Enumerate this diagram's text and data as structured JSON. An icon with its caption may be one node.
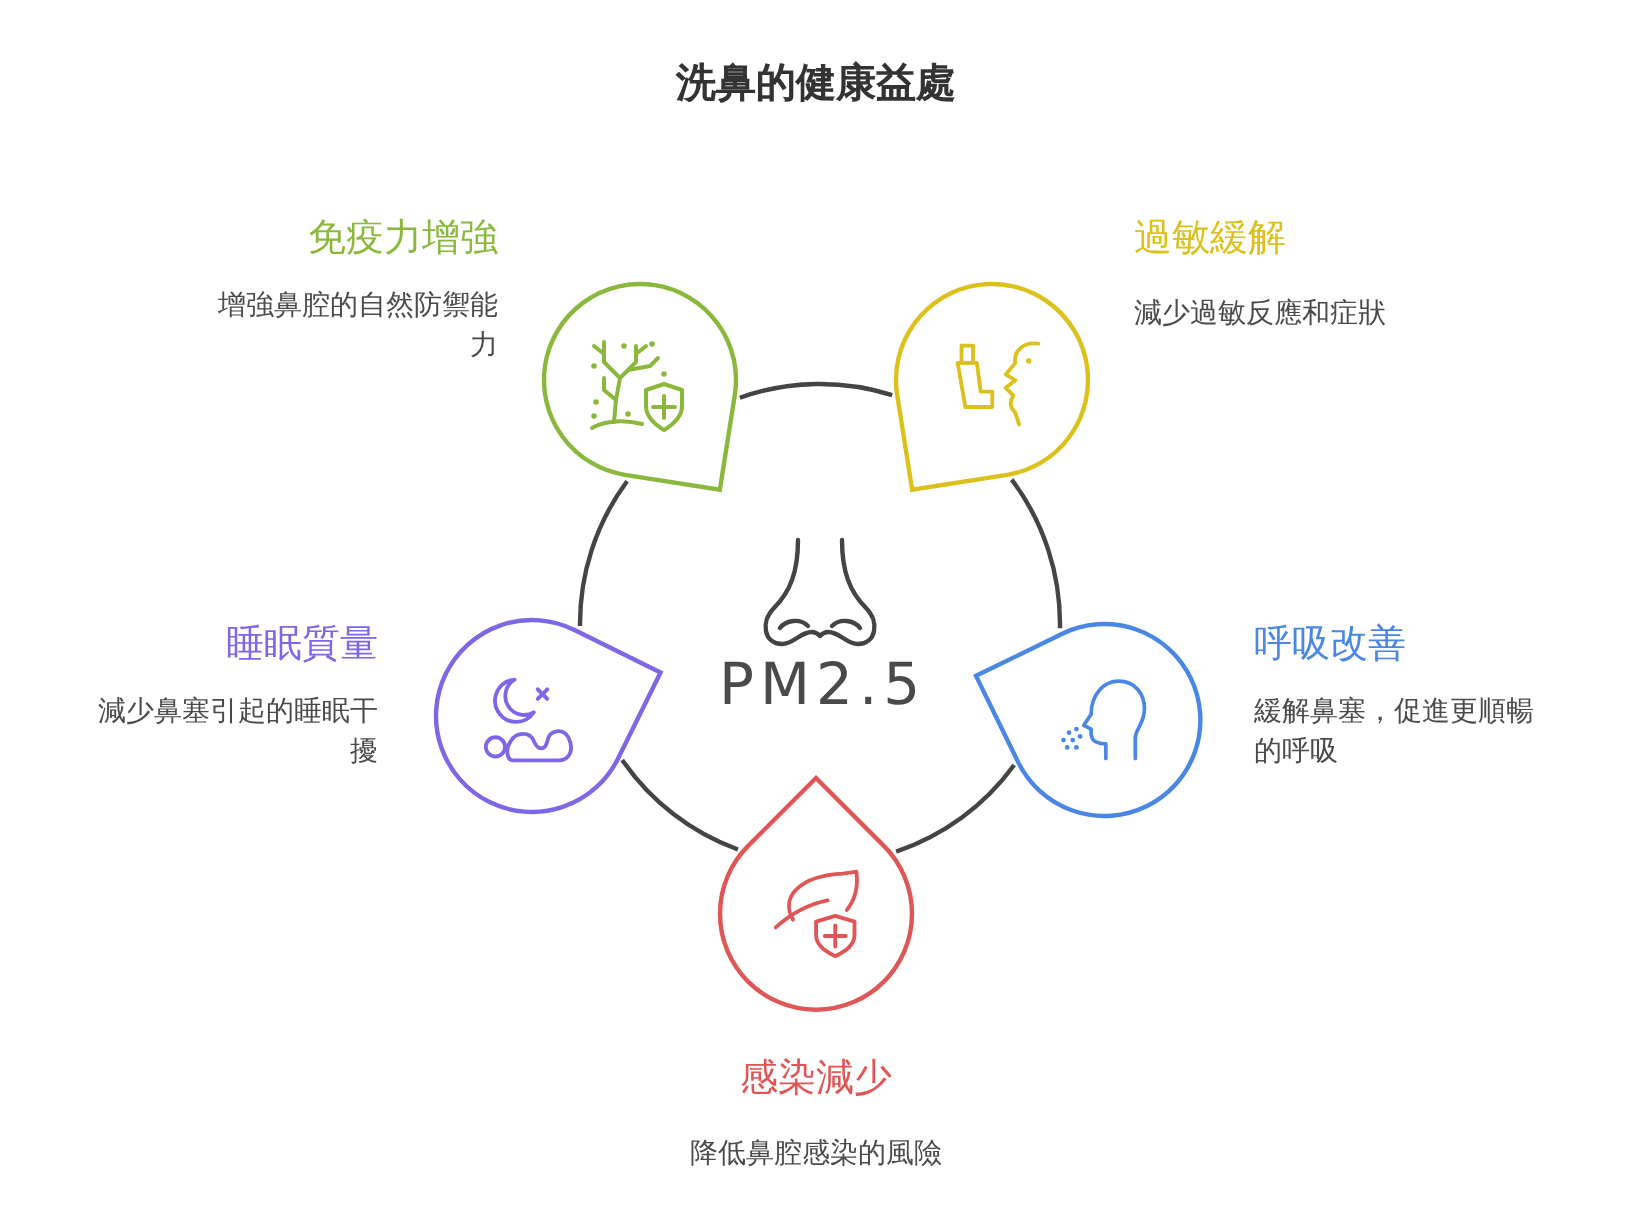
{
  "diagram": {
    "title": "洗鼻的健康益處",
    "nodes": [
      {
        "text": [
          "PM2.5"
        ]
      },
      {
        "text": [
          "免疫力增強",
          "增強鼻腔的自然防禦能力"
        ]
      },
      {
        "text": [
          "過敏緩解",
          "減少過敏反應和症狀"
        ]
      },
      {
        "text": [
          "睡眠質量",
          "減少鼻塞引起的睡眠干擾"
        ]
      },
      {
        "text": [
          "呼吸改善",
          "緩解鼻塞，促進更順暢的呼吸"
        ]
      },
      {
        "text": [
          "感染減少",
          "降低鼻腔感染的風險"
        ]
      }
    ]
  }
}
